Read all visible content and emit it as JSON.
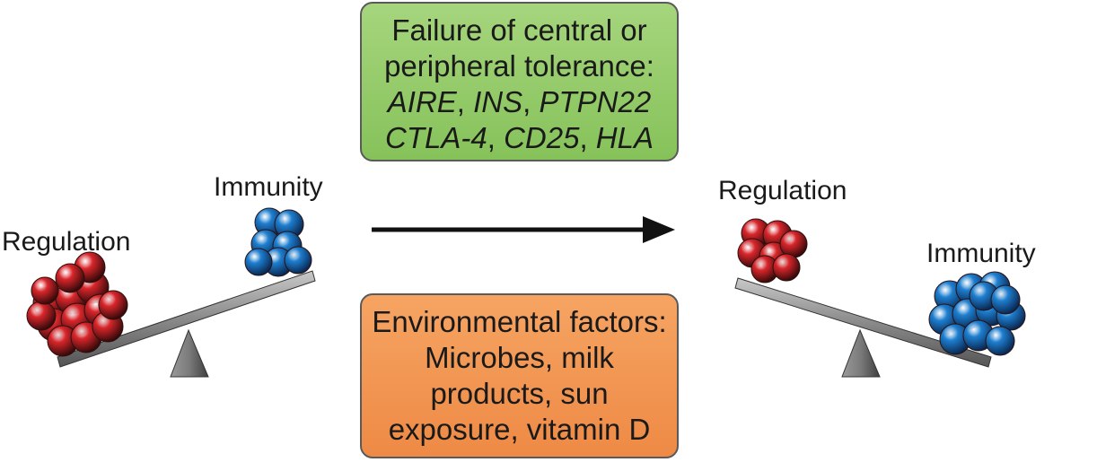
{
  "genetic_box": {
    "line1": "Failure of central or",
    "line2": "peripheral tolerance:",
    "genes_row1": [
      "AIRE",
      "INS",
      "PTPN22"
    ],
    "genes_row2": [
      "CTLA-4",
      "CD25",
      "HLA"
    ],
    "color": "#9ccf72"
  },
  "environment_box": {
    "lines": [
      "Environmental factors:",
      "Microbes, milk",
      "products, sun",
      "exposure, vitamin D"
    ],
    "color": "#f29a55"
  },
  "left_scale": {
    "regulation_label": "Regulation",
    "immunity_label": "Immunity"
  },
  "right_scale": {
    "regulation_label": "Regulation",
    "immunity_label": "Immunity"
  },
  "colors": {
    "regulation_red": "#d9262b",
    "immunity_blue": "#1e7fd0",
    "beam_gray": "#8a8a8a"
  }
}
